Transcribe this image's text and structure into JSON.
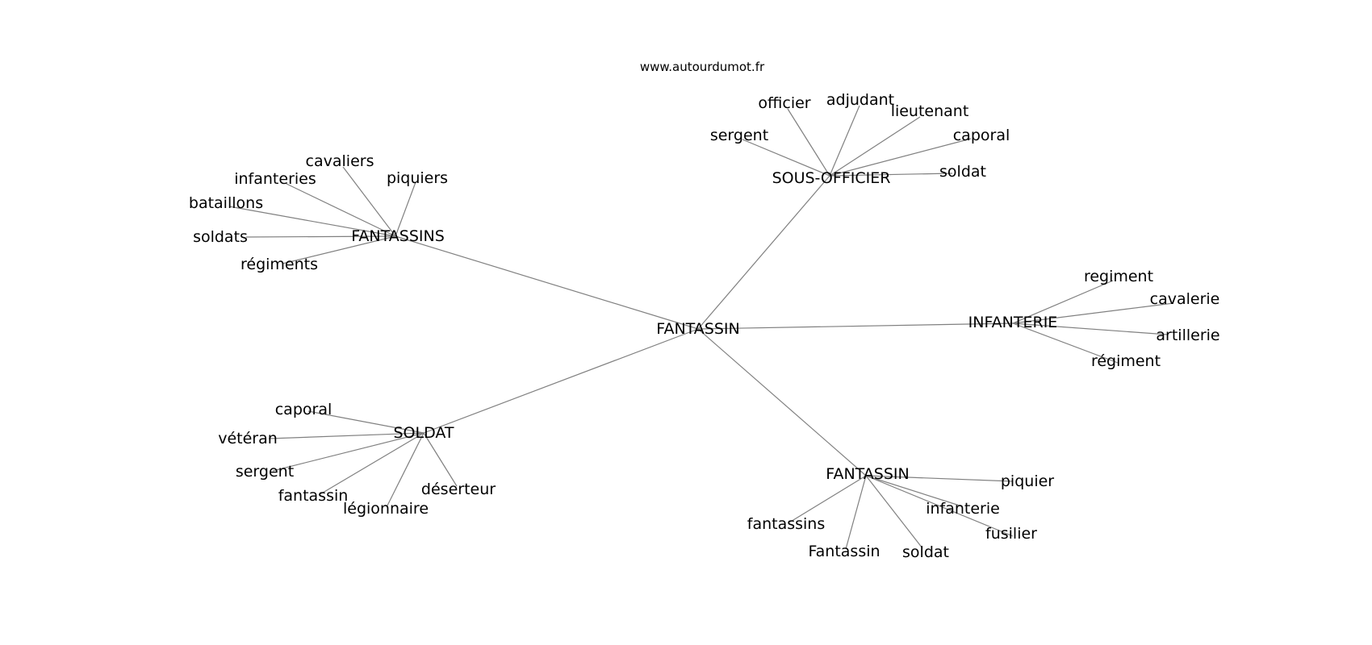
{
  "source": "www.autourdumot.fr",
  "graph": {
    "center": "FANTASSIN",
    "clusters": [
      {
        "hub": "FANTASSINS",
        "words": [
          "cavaliers",
          "piquiers",
          "infanteries",
          "bataillons",
          "soldats",
          "régiments"
        ]
      },
      {
        "hub": "SOUS-OFFICIER",
        "words": [
          "officier",
          "adjudant",
          "lieutenant",
          "sergent",
          "caporal",
          "soldat"
        ]
      },
      {
        "hub": "INFANTERIE",
        "words": [
          "regiment",
          "cavalerie",
          "artillerie",
          "régiment"
        ]
      },
      {
        "hub": "SOLDAT",
        "words": [
          "caporal",
          "vétéran",
          "sergent",
          "fantassin",
          "légionnaire",
          "déserteur"
        ]
      },
      {
        "hub": "FANTASSIN",
        "words": [
          "piquier",
          "infanterie",
          "fusilier",
          "fantassins",
          "Fantassin",
          "soldat"
        ]
      }
    ]
  }
}
